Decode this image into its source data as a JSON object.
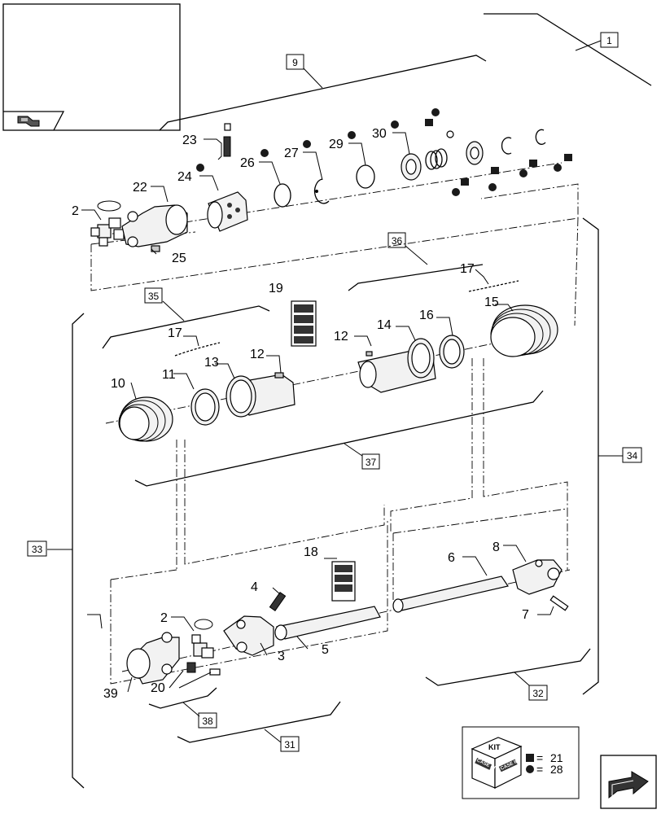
{
  "callouts": {
    "c1": "1",
    "c2a": "2",
    "c2b": "2",
    "c3": "3",
    "c4": "4",
    "c5": "5",
    "c6": "6",
    "c7": "7",
    "c8": "8",
    "c9": "9",
    "c10": "10",
    "c11": "11",
    "c12a": "12",
    "c12b": "12",
    "c13": "13",
    "c14": "14",
    "c15": "15",
    "c16": "16",
    "c17a": "17",
    "c17b": "17",
    "c18": "18",
    "c19": "19",
    "c20": "20",
    "c22": "22",
    "c23": "23",
    "c24": "24",
    "c25": "25",
    "c26": "26",
    "c27": "27",
    "c29": "29",
    "c30": "30",
    "c31": "31",
    "c32": "32",
    "c33": "33",
    "c34": "34",
    "c35": "35",
    "c36": "36",
    "c37": "37",
    "c38": "38",
    "c39": "39"
  },
  "kit_legend": {
    "title": "KIT",
    "brand_text": "CASE IH",
    "square_value": "21",
    "circle_value": "28",
    "equals": "="
  },
  "colors": {
    "line": "#000000",
    "part_fill": "#f2f2f2",
    "shade": "#c8c8c8",
    "marker": "#1a1a1a"
  },
  "icons": {
    "thumbnail": "assembly-reference-icon",
    "nav": "next-page-arrow-icon"
  }
}
